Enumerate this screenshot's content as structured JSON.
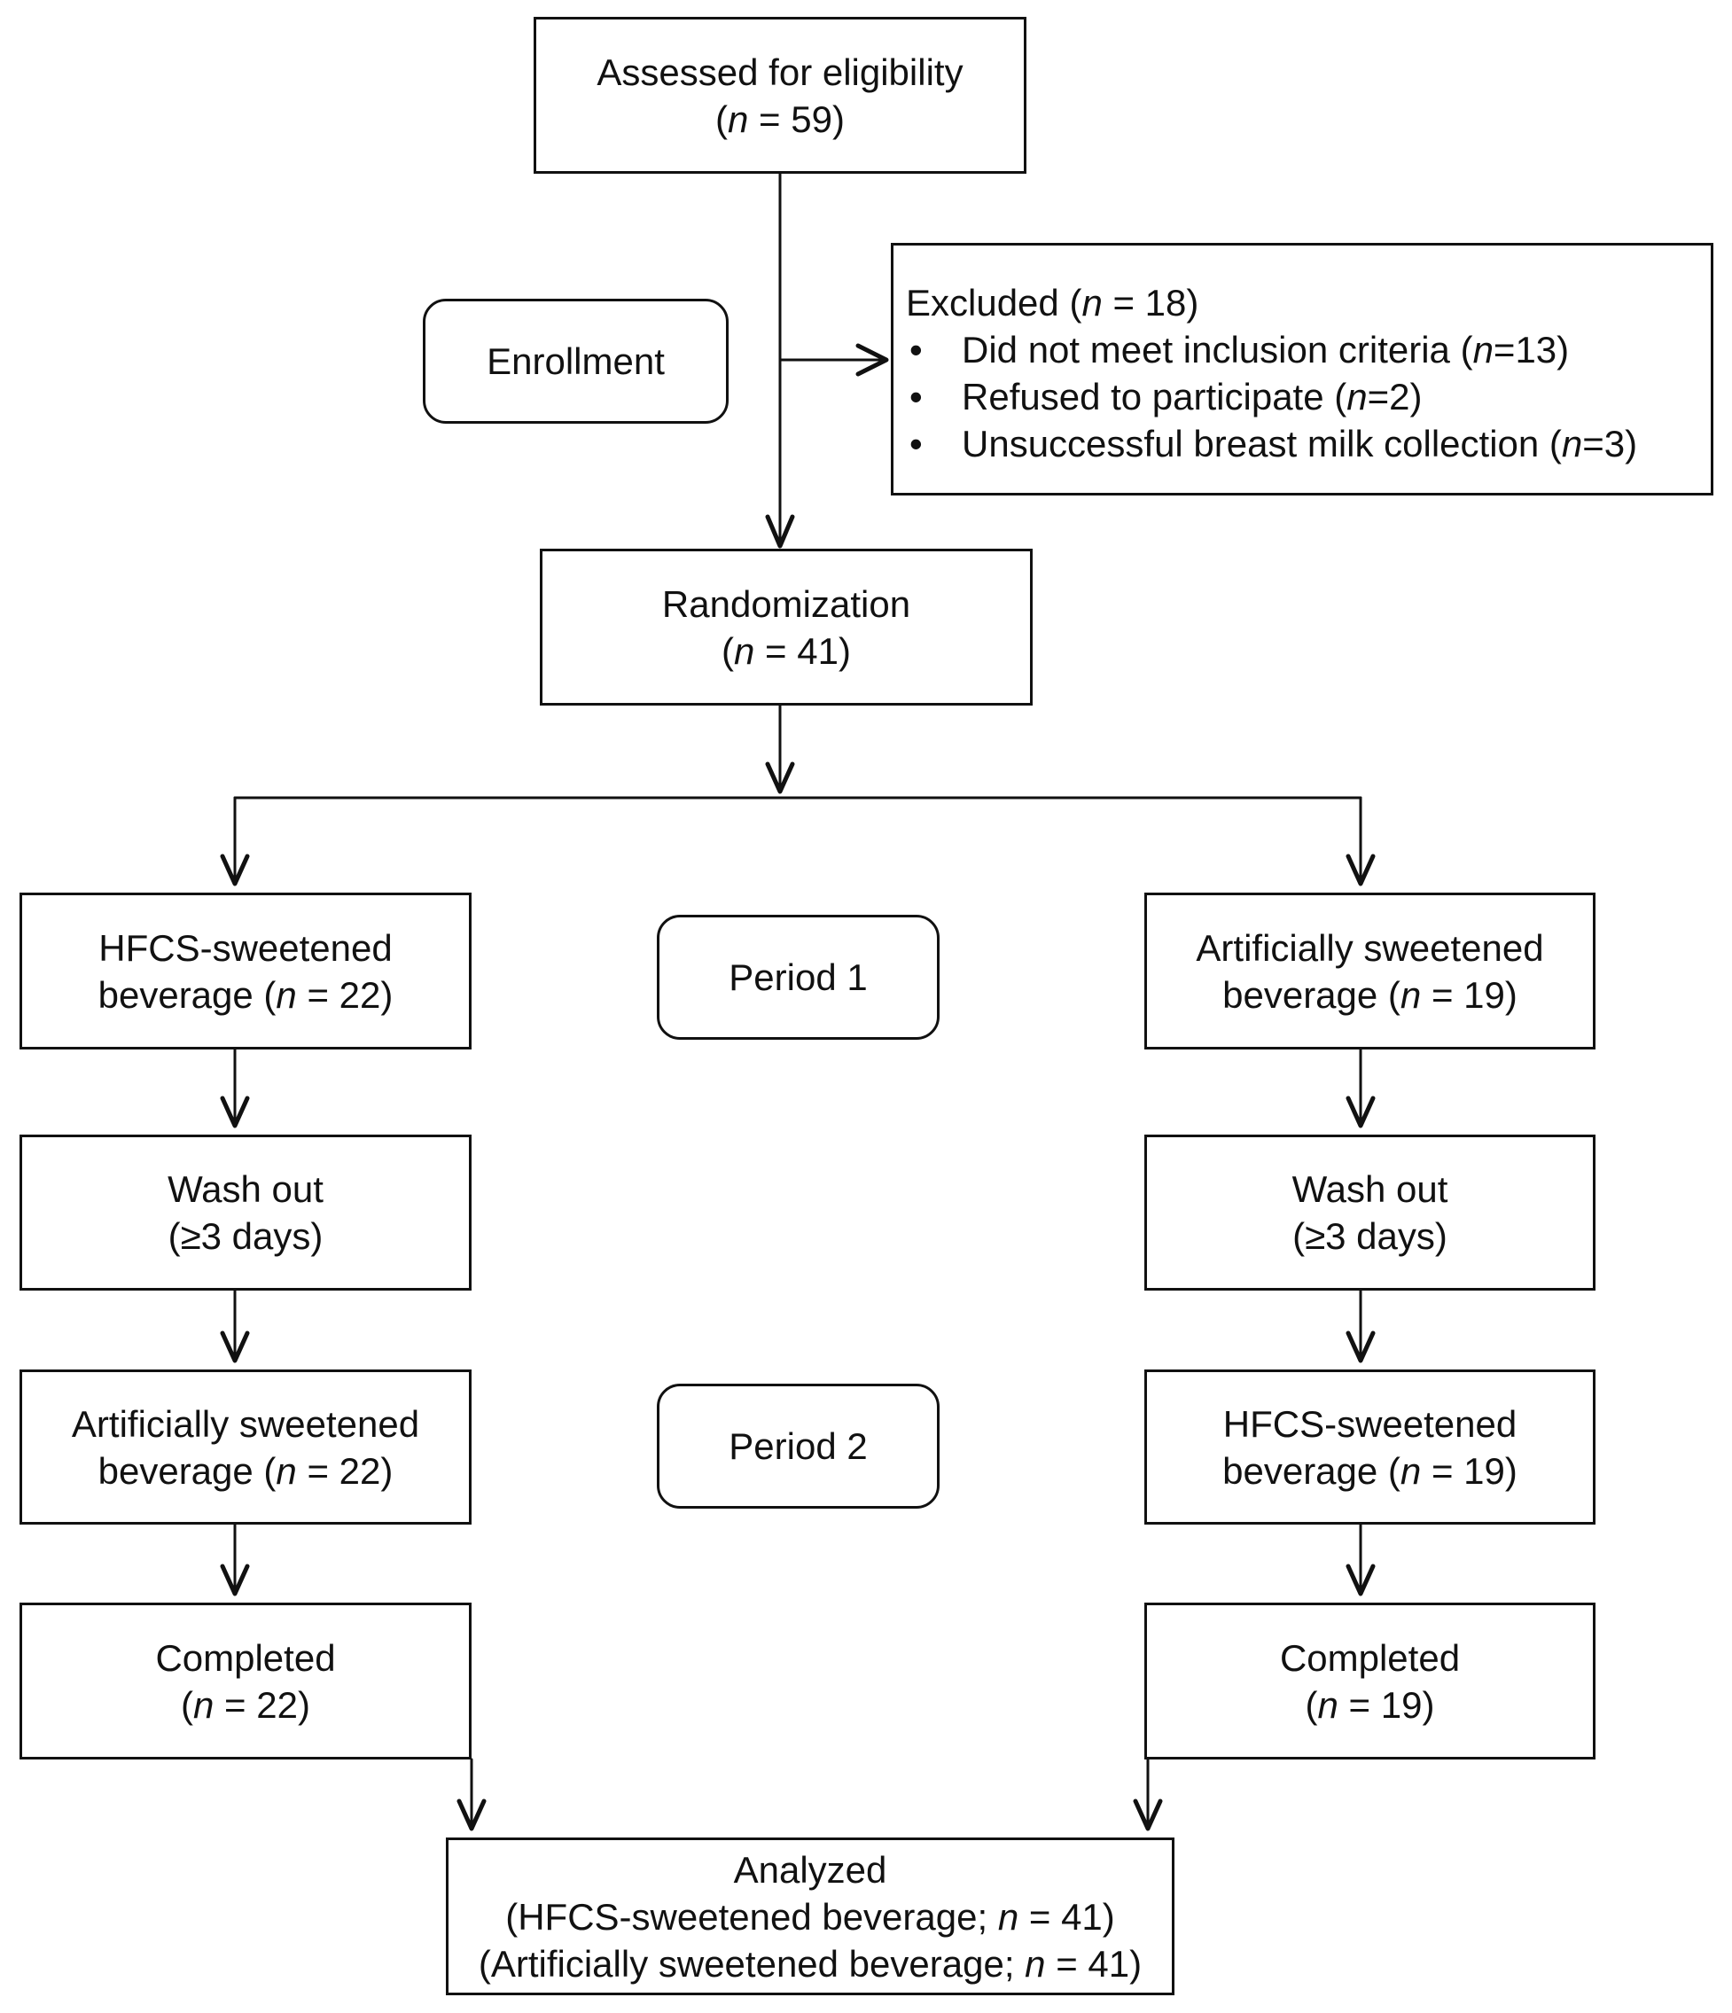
{
  "assessed": {
    "label": "Assessed for eligibility",
    "n": "59"
  },
  "enrollment": {
    "label": "Enrollment"
  },
  "excluded": {
    "label": "Excluded",
    "n": "18",
    "reasons": [
      {
        "text": "Did not meet inclusion criteria",
        "n": "13"
      },
      {
        "text": "Refused to participate",
        "n": "2"
      },
      {
        "text": "Unsuccessful breast milk collection",
        "n": "3"
      }
    ]
  },
  "randomization": {
    "label": "Randomization",
    "n": "41"
  },
  "periods": [
    "Period 1",
    "Period 2"
  ],
  "left_arm": {
    "period1": {
      "line1": "HFCS-sweetened",
      "line2": "beverage",
      "n": "22"
    },
    "washout": {
      "line1": "Wash out",
      "line2": "(≥3 days)"
    },
    "period2": {
      "line1": "Artificially sweetened",
      "line2": "beverage",
      "n": "22"
    },
    "completed": {
      "label": "Completed",
      "n": "22"
    }
  },
  "right_arm": {
    "period1": {
      "line1": "Artificially sweetened",
      "line2": "beverage",
      "n": "19"
    },
    "washout": {
      "line1": "Wash out",
      "line2": "(≥3 days)"
    },
    "period2": {
      "line1": "HFCS-sweetened",
      "line2": "beverage",
      "n": "19"
    },
    "completed": {
      "label": "Completed",
      "n": "19"
    }
  },
  "analyzed": {
    "label": "Analyzed",
    "lines": [
      {
        "text": "(HFCS-sweetened beverage;",
        "n": "41"
      },
      {
        "text": "(Artificially sweetened beverage;",
        "n": "41"
      }
    ]
  },
  "n_symbol": "n"
}
